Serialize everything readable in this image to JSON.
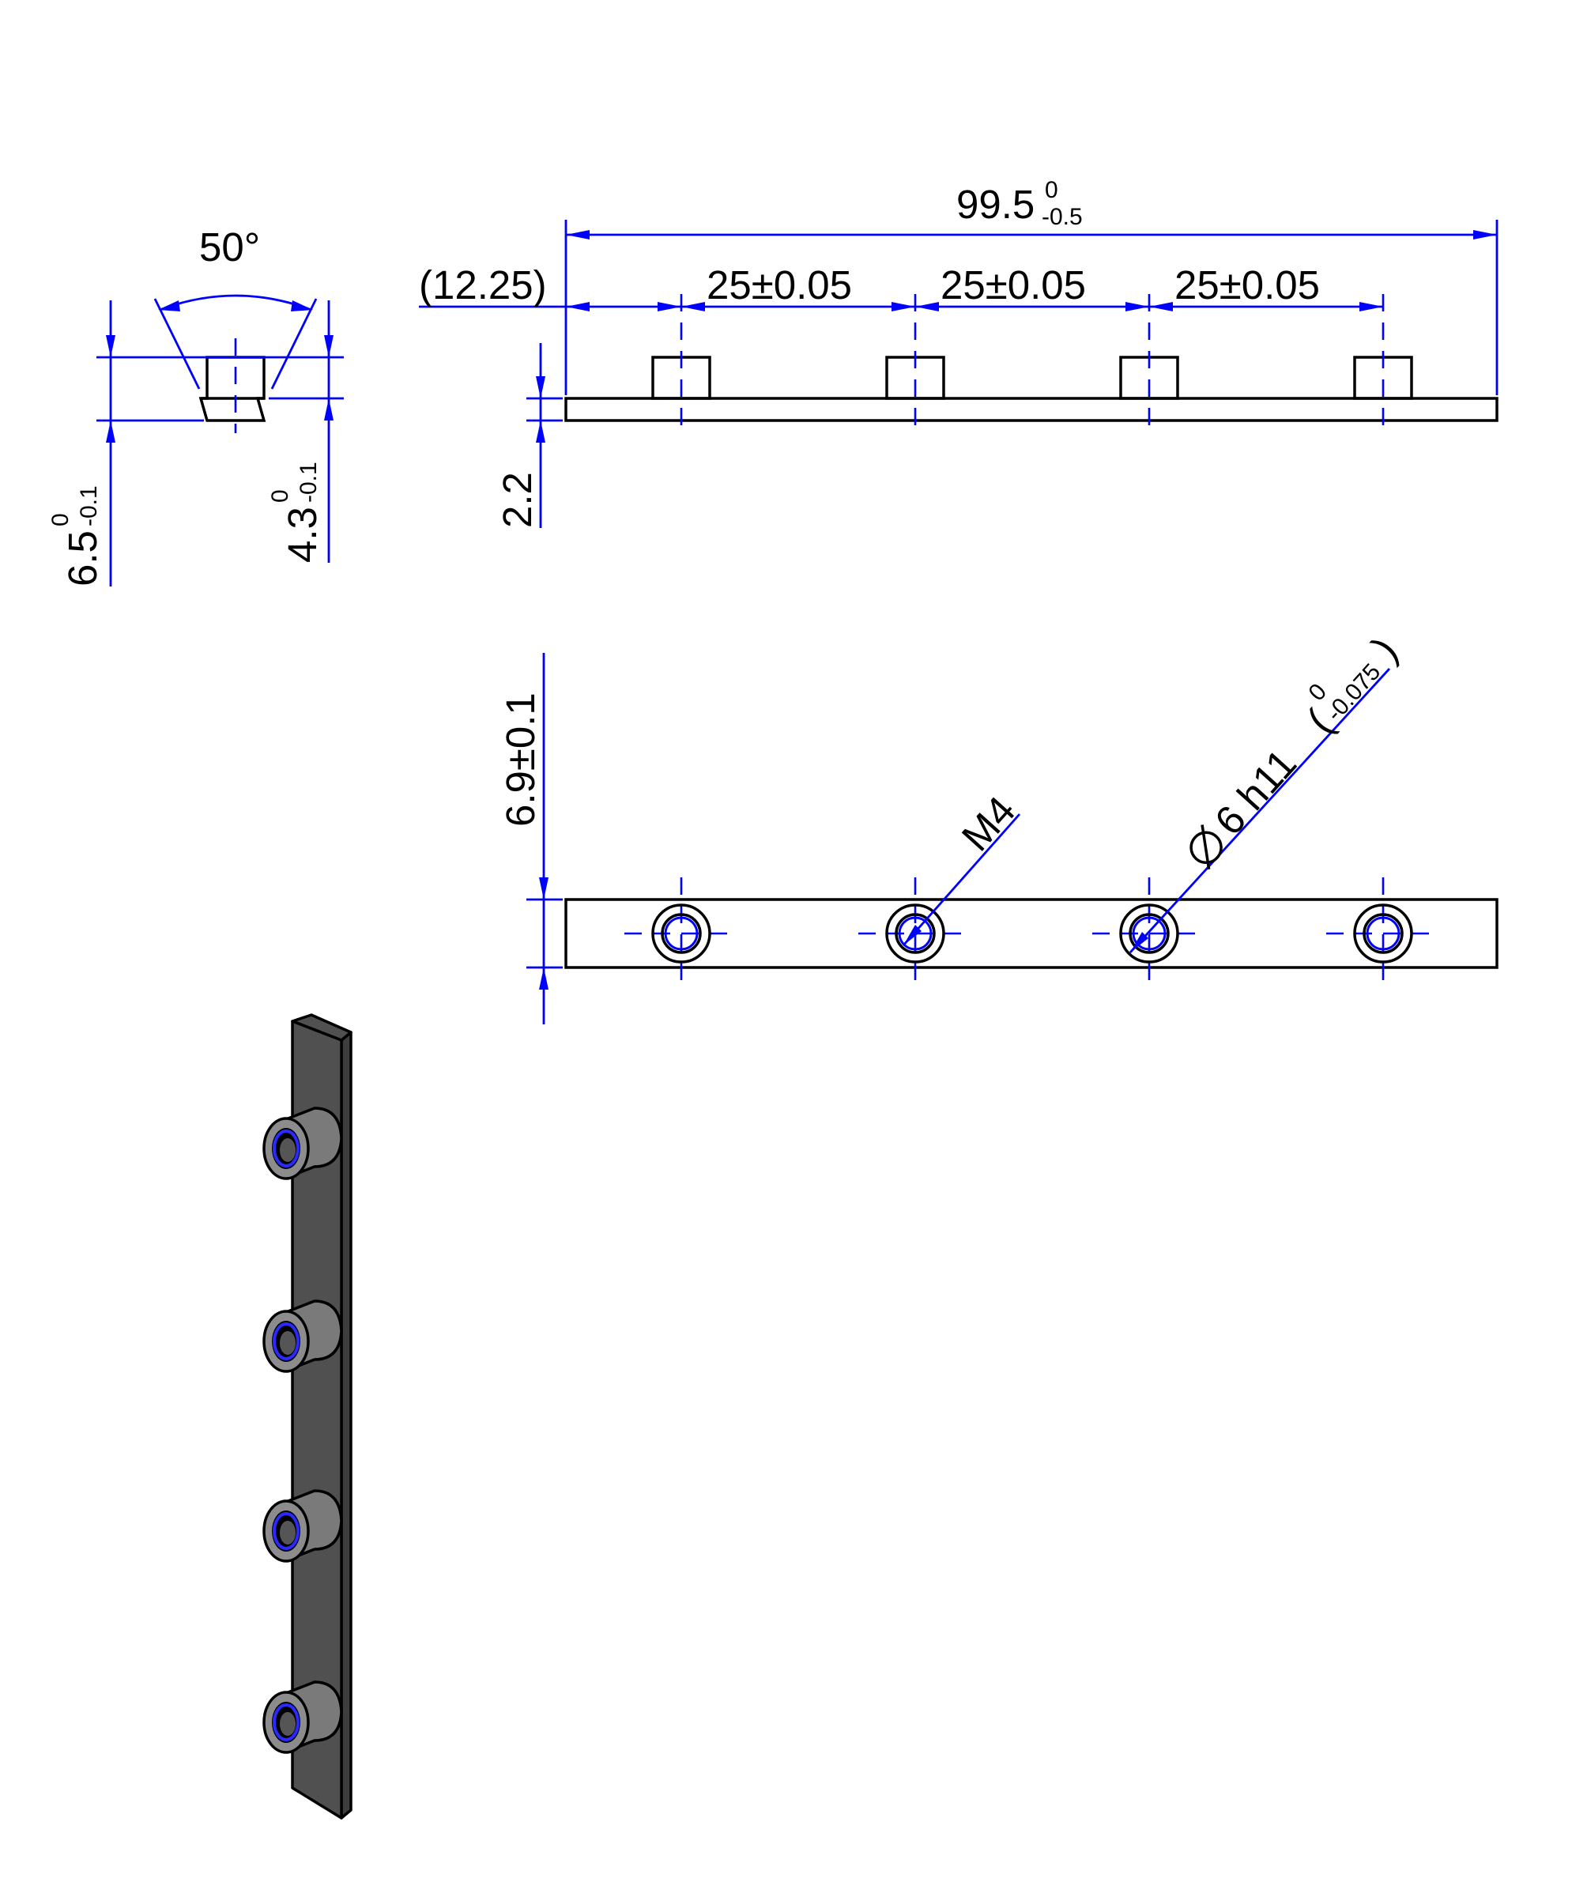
{
  "drawing": {
    "side_view": {
      "angle": "50°",
      "height_base": "6.5",
      "height_base_tol_upper": "0",
      "height_base_tol_lower": "-0.1",
      "height_top": "4.3",
      "height_top_tol_upper": "0",
      "height_top_tol_lower": "-0.1"
    },
    "front_view": {
      "overall_length": "99.5",
      "overall_length_tol_upper": "0",
      "overall_length_tol_lower": "-0.5",
      "offset": "(12.25)",
      "pitch_1": "25±0.05",
      "pitch_2": "25±0.05",
      "pitch_3": "25±0.05",
      "thickness": "2.2"
    },
    "top_view": {
      "width": "6.9±0.1",
      "thread": "M4",
      "boss_diameter": "6 h11",
      "boss_tol_upper": "0",
      "boss_tol_lower": "-0.075"
    },
    "colors": {
      "dimension": "#0000ff",
      "outline": "#000000",
      "part_fill": "#505050"
    }
  }
}
